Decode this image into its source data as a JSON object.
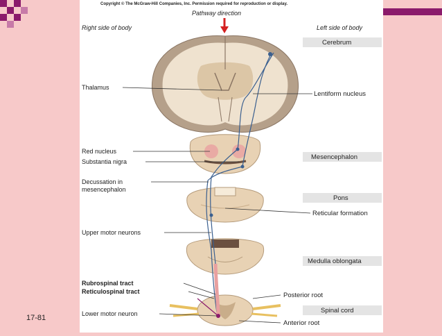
{
  "copyright": "Copyright © The McGraw-Hill Companies, Inc. Permission required for reproduction or display.",
  "pathway_direction": "Pathway direction",
  "right_side": "Right side of body",
  "left_side": "Left side of body",
  "slide_number": "17-81",
  "left_labels": {
    "thalamus": "Thalamus",
    "red_nucleus": "Red nucleus",
    "substantia_nigra": "Substantia nigra",
    "decussation_1": "Decussation in",
    "decussation_2": "mesencephalon",
    "upper_motor": "Upper motor neurons",
    "rubrospinal": "Rubrospinal tract",
    "reticulospinal": "Reticulospinal tract",
    "lower_motor": "Lower motor neuron"
  },
  "right_labels": {
    "cerebrum": "Cerebrum",
    "lentiform": "Lentiform nucleus",
    "mesencephalon": "Mesencephalon",
    "pons": "Pons",
    "reticular_formation": "Reticular formation",
    "medulla": "Medulla oblongata",
    "posterior_root": "Posterior root",
    "spinal_cord": "Spinal cord",
    "anterior_root": "Anterior root"
  },
  "colors": {
    "background": "#f7c9c9",
    "accent": "#8b1a6b",
    "tissue": "#e8c9a6",
    "pathway": "#3a5f8f",
    "rubro": "#e8a0a0",
    "arrow": "#d42020"
  }
}
